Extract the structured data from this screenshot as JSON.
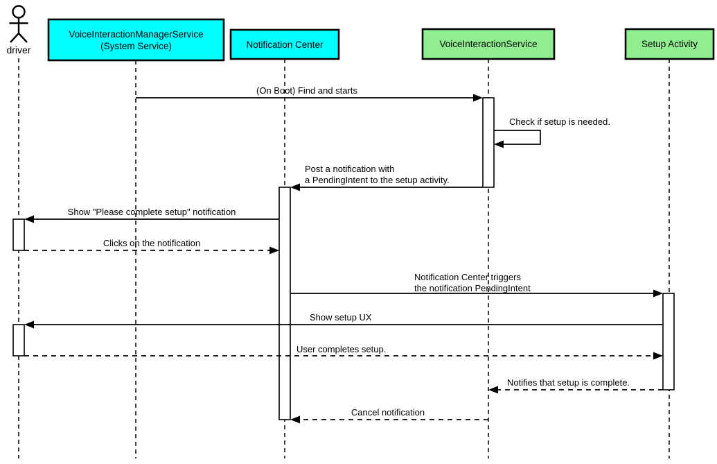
{
  "colors": {
    "participant_cyan": "#00FFFF",
    "participant_green": "#90EE90",
    "stroke": "#000000",
    "background": "#FFFFFF"
  },
  "actor": {
    "name": "driver"
  },
  "participants": [
    {
      "lines": [
        "VoiceInteractionManagerService",
        "(System Service)"
      ],
      "fill": "#00FFFF"
    },
    {
      "lines": [
        "Notification Center"
      ],
      "fill": "#00FFFF"
    },
    {
      "lines": [
        "VoiceInteractionService"
      ],
      "fill": "#90EE90"
    },
    {
      "lines": [
        "Setup Activity"
      ],
      "fill": "#90EE90"
    }
  ],
  "messages": [
    {
      "from": "VoiceInteractionManagerService (System Service)",
      "to": "VoiceInteractionService",
      "style": "solid",
      "lines": [
        "(On Boot) Find and starts"
      ]
    },
    {
      "from": "VoiceInteractionService",
      "to": "VoiceInteractionService",
      "style": "solid-self",
      "lines": [
        "Check if setup is needed."
      ]
    },
    {
      "from": "VoiceInteractionService",
      "to": "Notification Center",
      "style": "solid",
      "lines": [
        "Post a notification with",
        "a PendingIntent to the setup activity."
      ]
    },
    {
      "from": "Notification Center",
      "to": "driver",
      "style": "solid",
      "lines": [
        "Show \"Please complete setup\" notification"
      ]
    },
    {
      "from": "driver",
      "to": "Notification Center",
      "style": "dashed",
      "lines": [
        "Clicks on the notification"
      ]
    },
    {
      "from": "Notification Center",
      "to": "Setup Activity",
      "style": "solid",
      "lines": [
        "Notification Center triggers",
        "the notification PendingIntent"
      ]
    },
    {
      "from": "Setup Activity",
      "to": "driver",
      "style": "solid",
      "lines": [
        "Show setup UX"
      ]
    },
    {
      "from": "driver",
      "to": "Setup Activity",
      "style": "dashed",
      "lines": [
        "User completes setup."
      ]
    },
    {
      "from": "Setup Activity",
      "to": "VoiceInteractionService",
      "style": "dashed",
      "lines": [
        "Notifies that setup is complete."
      ]
    },
    {
      "from": "VoiceInteractionService",
      "to": "Notification Center",
      "style": "dashed",
      "lines": [
        "Cancel notification"
      ]
    }
  ]
}
